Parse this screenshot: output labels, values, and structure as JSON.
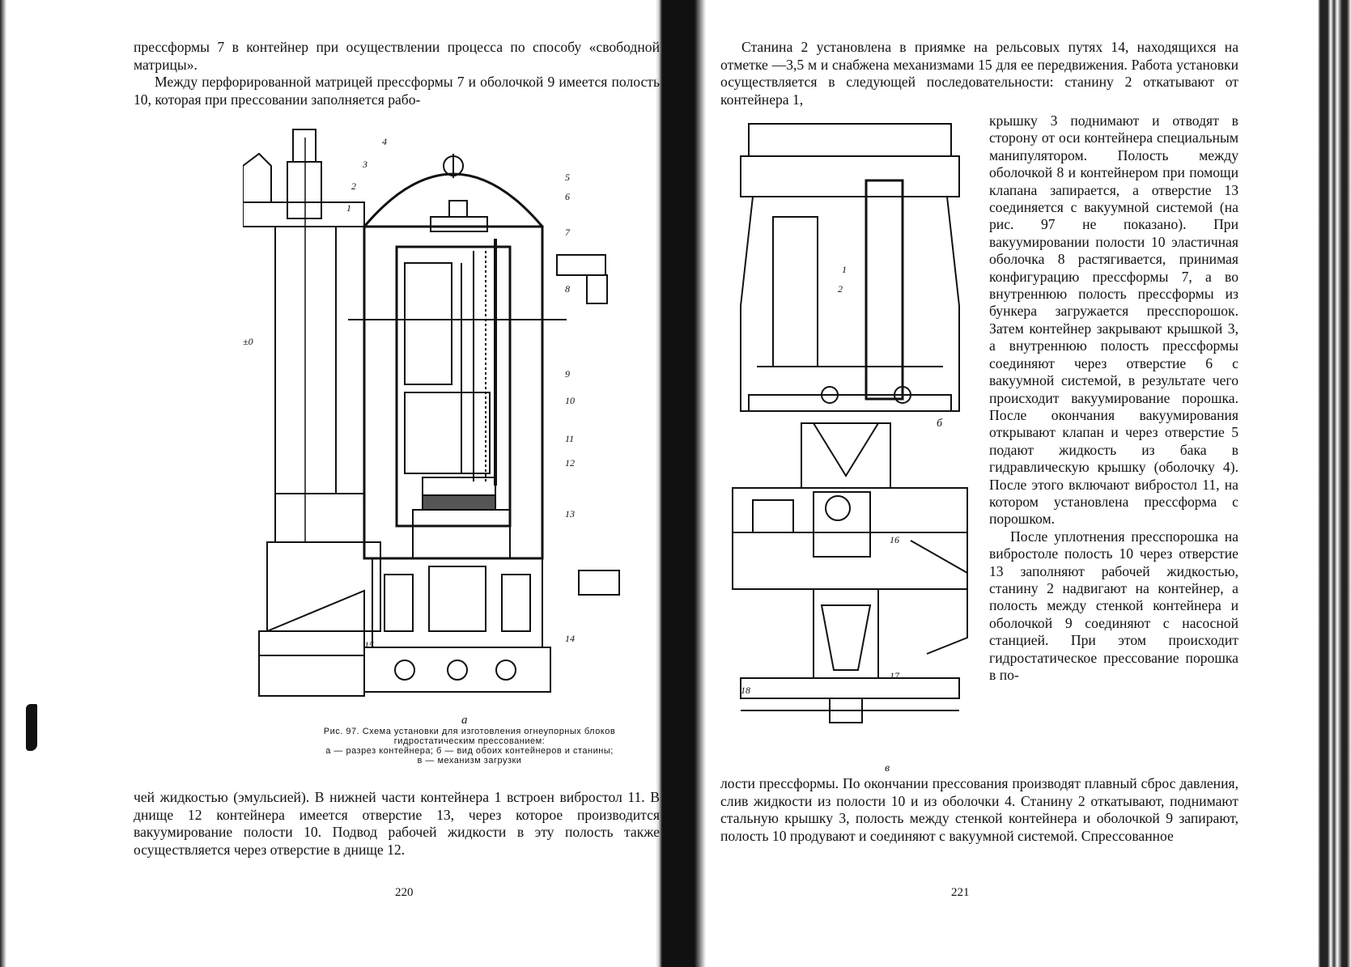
{
  "left_page": {
    "top_text": [
      "прессформы 7 в контейнер при осуществлении процесса по способу «свободной матрицы».",
      "Между перфорированной матрицей прессформы 7 и оболочкой 9 имеется полость 10, которая при прессовании заполняется рабо-"
    ],
    "bottom_text": "чей жидкостью (эмульсией). В нижней части контейнера 1 встроен вибростол 11. В днище 12 контейнера имеется отверстие 13, через которое производится вакуумирование полости 10. Подвод рабочей жидкости в эту полость также осуществляется через отверстие в днище 12.",
    "figure": {
      "sublabel": "а",
      "callouts": [
        "1",
        "2",
        "3",
        "4",
        "5",
        "6",
        "7",
        "8",
        "9",
        "10",
        "11",
        "12",
        "13",
        "14",
        "15"
      ],
      "level_mark": "±0",
      "caption_line1": "Рис. 97. Схема установки для изготовления огнеупорных блоков",
      "caption_line2": "гидростатическим прессованием:",
      "caption_line3": "а — разрез контейнера; б — вид обоих контейнеров и станины;",
      "caption_line4": "в — механизм загрузки"
    },
    "page_number": "220"
  },
  "right_page": {
    "top_text": "Станина 2 установлена в приямке на рельсовых путях 14, находящихся на отметке —3,5 м и снабжена механизмами 15 для ее передвижения. Работа установки осуществляется в следующей последовательности: станину 2 откатывают от контейнера 1,",
    "wrap_text_1": "крышку 3 поднимают и отводят в сторону от оси контейнера специальным манипулятором. Полость между оболочкой 8 и контейнером при помощи клапана запирается, а отверстие 13 соединяется с вакуумной системой (на рис. 97 не показано). При вакуумировании полости 10 эластичная оболочка 8 растягивается, принимая конфигурацию прессформы 7, а во внутреннюю полость прессформы из бункера загружается пресспорошок. Затем контейнер закрывают крышкой 3, а внутреннюю полость прессформы соединяют через отверстие 6 с вакуумной системой, в результате чего происходит вакуумирование порошка. После окончания вакуумирования открывают клапан и через отверстие 5 подают жидкость из бака в гидравлическую крышку (оболочку 4). После этого включают вибростол 11, на котором установлена прессформа с порошком.",
    "wrap_text_2": "После уплотнения пресспорошка на вибростоле полость 10 через отверстие 13 заполняют рабочей жидкостью, станину 2 надвигают на контейнер, а полость между стенкой контейнера и оболочкой 9 соединяют с насосной станцией. При этом происходит гидростатическое прессование порошка в по-",
    "bottom_text": "лости прессформы. По окончании прессования производят плавный сброс давления, слив жидкости из полости 10 и из оболочки 4. Станину 2 откатывают, поднимают стальную крышку 3, полость между стенкой контейнера и оболочкой 9 запирают, полость 10 продувают и соединяют с вакуумной системой. Спрессованное",
    "figure": {
      "label_b": "б",
      "label_v": "в",
      "callouts": [
        "1",
        "2",
        "16",
        "17",
        "18"
      ]
    },
    "page_number": "221"
  },
  "colors": {
    "ink": "#111111",
    "paper": "#ffffff",
    "gutter": "#111111"
  }
}
